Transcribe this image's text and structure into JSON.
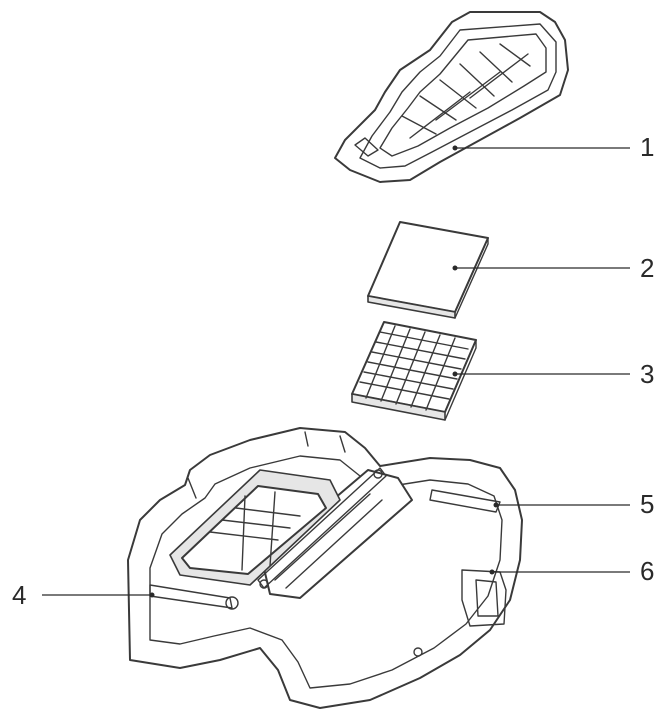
{
  "diagram": {
    "callouts": [
      {
        "id": "1",
        "label": "1"
      },
      {
        "id": "2",
        "label": "2"
      },
      {
        "id": "3",
        "label": "3"
      },
      {
        "id": "4",
        "label": "4"
      },
      {
        "id": "5",
        "label": "5"
      },
      {
        "id": "6",
        "label": "6"
      }
    ]
  },
  "colors": {
    "line": "#3a3a3a",
    "background": "#ffffff"
  }
}
